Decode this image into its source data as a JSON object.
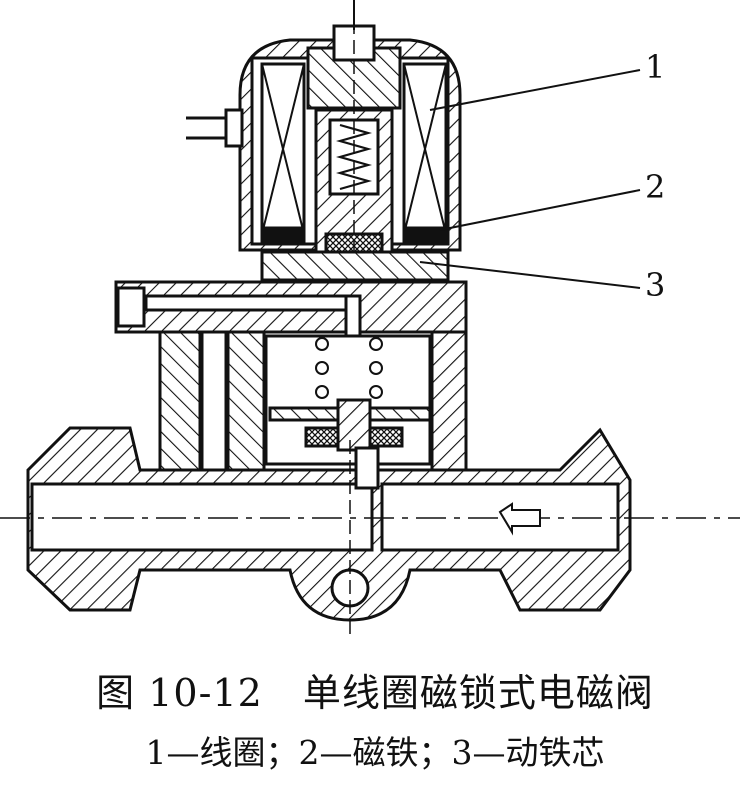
{
  "figure": {
    "callouts": [
      {
        "id": "1",
        "text": "1"
      },
      {
        "id": "2",
        "text": "2"
      },
      {
        "id": "3",
        "text": "3"
      }
    ]
  },
  "caption": {
    "number": "图 10-12",
    "title": "单线圈磁锁式电磁阀"
  },
  "legend": {
    "text": "1—线圈；2—磁铁；3—动铁芯"
  }
}
